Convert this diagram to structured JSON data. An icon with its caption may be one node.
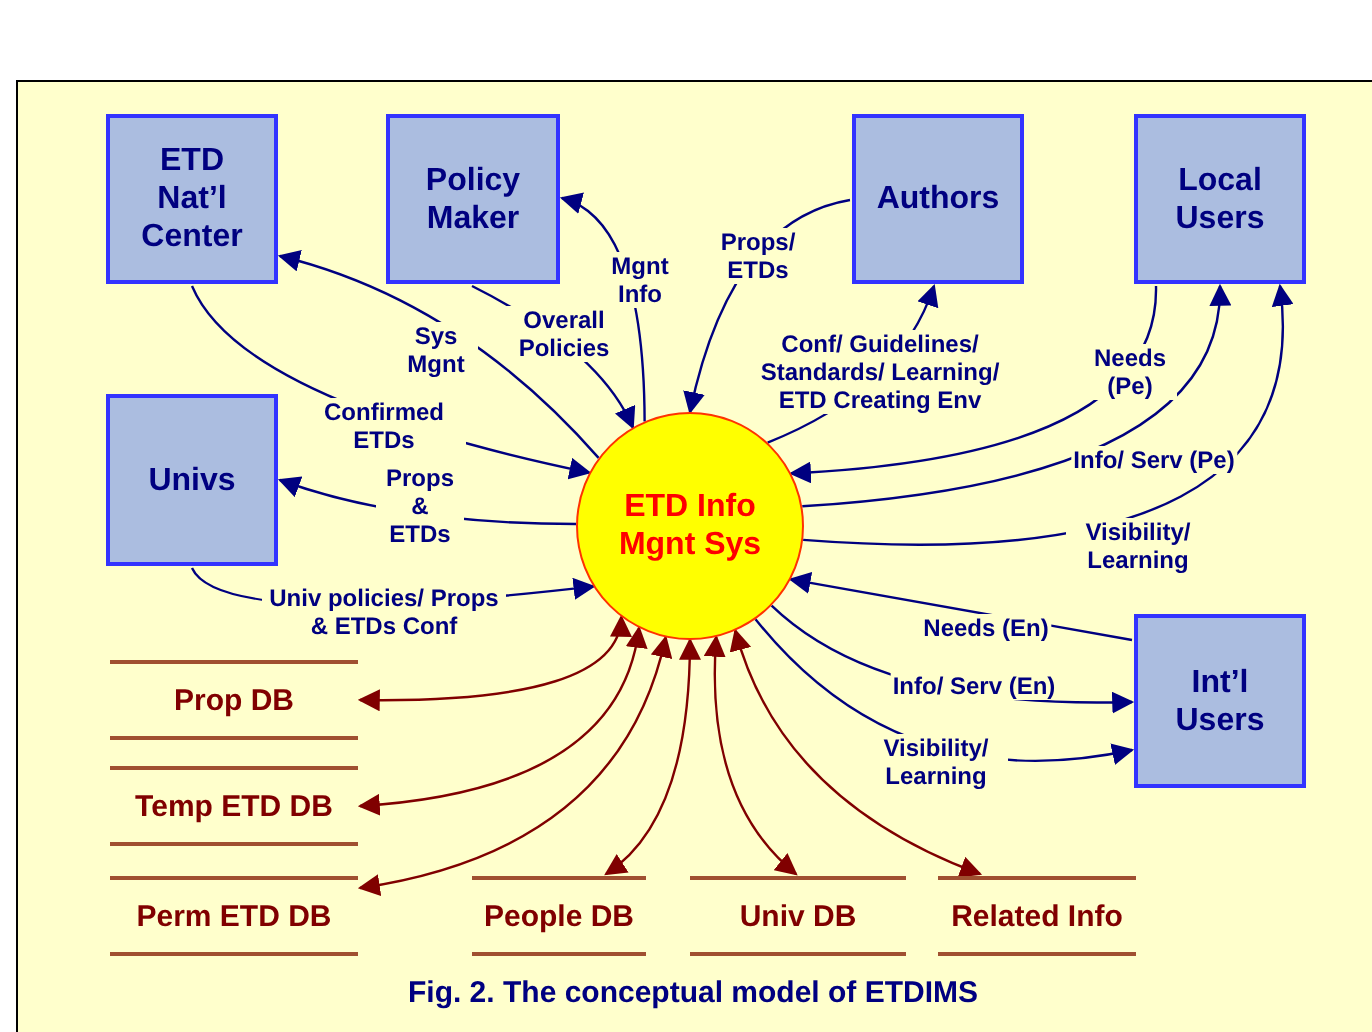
{
  "diagram": {
    "caption": "Fig. 2. The conceptual model of ETDIMS",
    "nodes": [
      {
        "text": [
          "ETD Nat’l Center"
        ]
      },
      {
        "text": [
          "Policy Maker"
        ]
      },
      {
        "text": [
          "Authors"
        ]
      },
      {
        "text": [
          "Local Users"
        ]
      },
      {
        "text": [
          "Univs"
        ]
      },
      {
        "text": [
          "ETD Info Mgnt Sys"
        ]
      },
      {
        "text": [
          "Int’l Users"
        ]
      },
      {
        "text": [
          "Prop DB"
        ]
      },
      {
        "text": [
          "Temp ETD DB"
        ]
      },
      {
        "text": [
          "Perm ETD DB"
        ]
      },
      {
        "text": [
          "People DB"
        ]
      },
      {
        "text": [
          "Univ DB"
        ]
      },
      {
        "text": [
          "Related Info"
        ]
      }
    ],
    "edges": [
      {
        "from": 5,
        "to": 0,
        "arrow": "to",
        "label": "Sys Mgnt"
      },
      {
        "from": 0,
        "to": 5,
        "arrow": "to",
        "label": "Confirmed ETDs"
      },
      {
        "from": 1,
        "to": 5,
        "arrow": "to",
        "label": "Overall Policies"
      },
      {
        "from": 5,
        "to": 1,
        "arrow": "to",
        "label": "Mgnt Info"
      },
      {
        "from": 2,
        "to": 5,
        "arrow": "to",
        "label": "Props/ ETDs"
      },
      {
        "from": 5,
        "to": 2,
        "arrow": "to",
        "label": "Conf/ Guidelines/ Standards/ Learning/ ETD Creating Env"
      },
      {
        "from": 3,
        "to": 5,
        "arrow": "to",
        "label": "Needs (Pe)"
      },
      {
        "from": 5,
        "to": 3,
        "arrow": "to",
        "label": "Info/ Serv (Pe)"
      },
      {
        "from": 5,
        "to": 3,
        "arrow": "to",
        "label": "Visibility/ Learning"
      },
      {
        "from": 5,
        "to": 4,
        "arrow": "to",
        "label": "Props & ETDs"
      },
      {
        "from": 4,
        "to": 5,
        "arrow": "to",
        "label": "Univ policies/ Props & ETDs Conf"
      },
      {
        "from": 6,
        "to": 5,
        "arrow": "to",
        "label": "Needs (En)"
      },
      {
        "from": 5,
        "to": 6,
        "arrow": "to",
        "label": "Info/ Serv (En)"
      },
      {
        "from": 5,
        "to": 6,
        "arrow": "to",
        "label": "Visibility/ Learning"
      },
      {
        "from": 5,
        "to": 7,
        "arrow": "both",
        "color": "#800000"
      },
      {
        "from": 5,
        "to": 8,
        "arrow": "both",
        "color": "#800000"
      },
      {
        "from": 5,
        "to": 9,
        "arrow": "both",
        "color": "#800000"
      },
      {
        "from": 5,
        "to": 10,
        "arrow": "both",
        "color": "#800000"
      },
      {
        "from": 5,
        "to": 11,
        "arrow": "both",
        "color": "#800000"
      },
      {
        "from": 5,
        "to": 12,
        "arrow": "both",
        "color": "#800000"
      }
    ]
  }
}
